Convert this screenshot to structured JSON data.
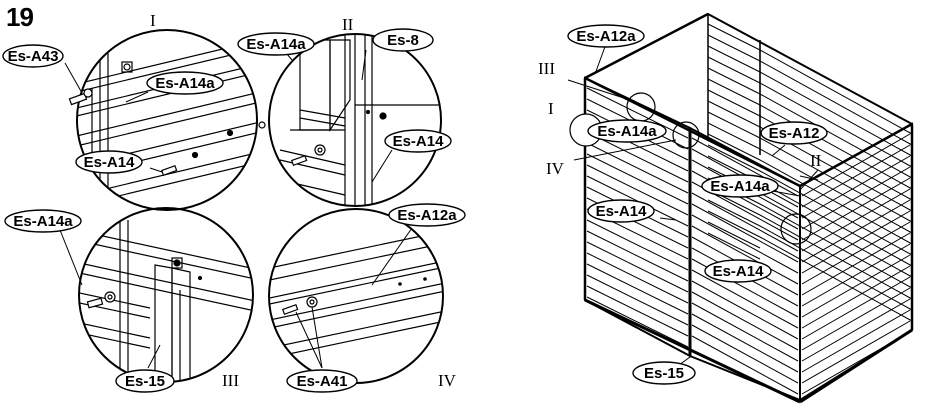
{
  "step": "19",
  "details": [
    {
      "id": "I",
      "labels": [
        "Es-A43",
        "Es-A14a",
        "Es-A14"
      ]
    },
    {
      "id": "II",
      "labels": [
        "Es-A14a",
        "Es-8",
        "Es-A14"
      ]
    },
    {
      "id": "III",
      "labels": [
        "Es-A14a",
        "Es-15"
      ]
    },
    {
      "id": "IV",
      "labels": [
        "Es-A12a",
        "Es-A41"
      ]
    }
  ],
  "overview": {
    "labels": [
      "Es-A12a",
      "Es-A14a",
      "Es-A12",
      "Es-A14a",
      "Es-A14",
      "Es-A14",
      "Es-15"
    ],
    "callouts": [
      "III",
      "I",
      "IV",
      "II"
    ]
  }
}
